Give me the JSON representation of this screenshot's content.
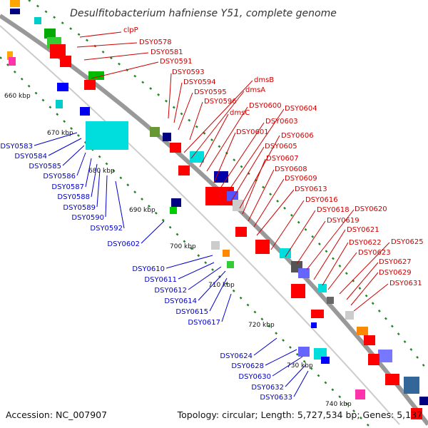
{
  "title": "Desulfitobacterium hafniense Y51, complete genome",
  "accession": "Accession: NC_007907",
  "topology": "Topology: circular; Length: 5,727,534 bp; Genes: 5,137",
  "colors": {
    "forward": "#cc0000",
    "reverse": "#0000cc",
    "backbone": "#888888",
    "tick": "#228822"
  },
  "kbp_labels": [
    "660 kbp",
    "670 kbp",
    "680 kbp",
    "690 kbp",
    "700 kbp",
    "710 kbp",
    "720 kbp",
    "730 kbp",
    "740 kbp"
  ],
  "forward_genes": [
    "clpP",
    "DSY0578",
    "DSY0581",
    "DSY0591",
    "DSY0593",
    "DSY0594",
    "DSY0595",
    "DSY0596",
    "dmsB",
    "dmsA",
    "dmsC",
    "DSY0600",
    "DSY0601",
    "DSY0603",
    "DSY0604",
    "DSY0605",
    "DSY0606",
    "DSY0607",
    "DSY0608",
    "DSY0609",
    "DSY0613",
    "DSY0616",
    "DSY0618",
    "DSY0619",
    "DSY0620",
    "DSY0621",
    "DSY0622",
    "DSY0623",
    "DSY0625",
    "DSY0627",
    "DSY0629",
    "DSY0631"
  ],
  "reverse_genes": [
    "DSY0583",
    "DSY0584",
    "DSY0585",
    "DSY0586",
    "DSY0587",
    "DSY0588",
    "DSY0589",
    "DSY0590",
    "DSY0592",
    "DSY0602",
    "DSY0610",
    "DSY0611",
    "DSY0612",
    "DSY0614",
    "DSY0615",
    "DSY0617",
    "DSY0624",
    "DSY0628",
    "DSY0630",
    "DSY0632",
    "DSY0633"
  ]
}
